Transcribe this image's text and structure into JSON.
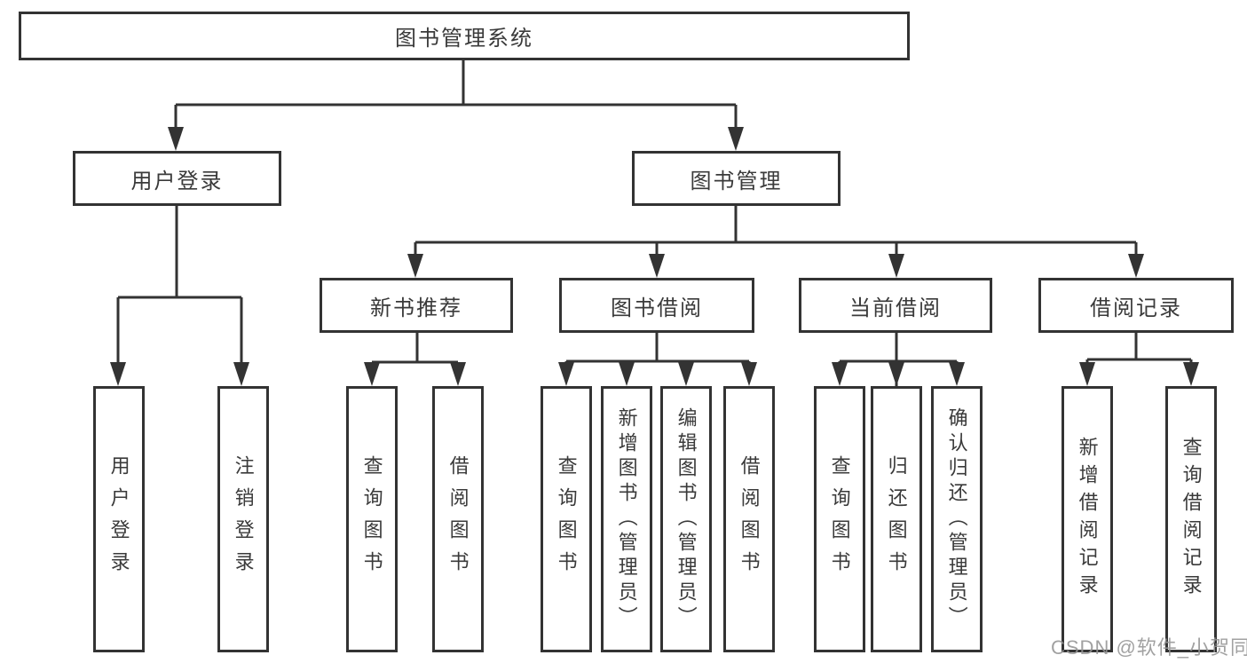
{
  "diagram": {
    "root": {
      "label": "图书管理系统"
    },
    "user": {
      "label": "用户登录",
      "children": [
        "用户登录",
        "注销登录"
      ]
    },
    "book": {
      "label": "图书管理",
      "sections": [
        {
          "label": "新书推荐",
          "children": [
            "查询图书",
            "借阅图书"
          ]
        },
        {
          "label": "图书借阅",
          "children": [
            "查询图书",
            "新增图书（管理员）",
            "编辑图书（管理员）",
            "借阅图书"
          ]
        },
        {
          "label": "当前借阅",
          "children": [
            "查询图书",
            "归还图书",
            "确认归还（管理员）"
          ]
        },
        {
          "label": "借阅记录",
          "children": [
            "新增借阅记录",
            "查询借阅记录"
          ]
        }
      ]
    }
  },
  "watermark": "CSDN @软件_小贺同学",
  "colors": {
    "line": "#333333",
    "box_border": "#333333",
    "text": "#3a3a3a",
    "watermark": "#949494",
    "background": "#ffffff"
  }
}
